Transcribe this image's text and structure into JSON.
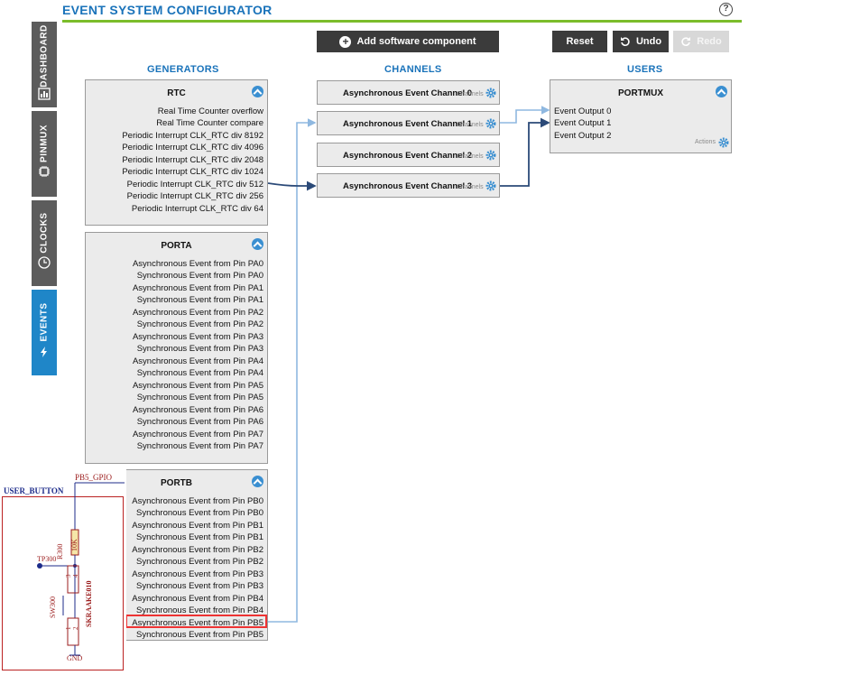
{
  "app": {
    "title": "EVENT SYSTEM CONFIGURATOR",
    "help_label": "?"
  },
  "nav": {
    "tabs": [
      {
        "label": "DASHBOARD",
        "icon": "dashboard-icon"
      },
      {
        "label": "PINMUX",
        "icon": "chip-icon"
      },
      {
        "label": "CLOCKS",
        "icon": "clock-icon"
      },
      {
        "label": "EVENTS",
        "icon": "lightning-icon",
        "active": true
      }
    ]
  },
  "toolbar": {
    "add_component": "Add software component",
    "reset": "Reset",
    "undo": "Undo",
    "redo": "Redo"
  },
  "columns": {
    "generators": "GENERATORS",
    "channels": "CHANNELS",
    "users": "USERS"
  },
  "generators": {
    "rtc": {
      "title": "RTC",
      "items": [
        "Real Time Counter overflow",
        "Real Time Counter compare",
        "Periodic Interrupt CLK_RTC div 8192",
        "Periodic Interrupt CLK_RTC div 4096",
        "Periodic Interrupt CLK_RTC div 2048",
        "Periodic Interrupt CLK_RTC div 1024",
        "Periodic Interrupt CLK_RTC div 512",
        "Periodic Interrupt CLK_RTC div 256",
        "Periodic Interrupt CLK_RTC div 64"
      ]
    },
    "porta": {
      "title": "PORTA",
      "items": [
        "Asynchronous Event from Pin PA0",
        "Synchronous Event from Pin PA0",
        "Asynchronous Event from Pin PA1",
        "Synchronous Event from Pin PA1",
        "Asynchronous Event from Pin PA2",
        "Synchronous Event from Pin PA2",
        "Asynchronous Event from Pin PA3",
        "Synchronous Event from Pin PA3",
        "Asynchronous Event from Pin PA4",
        "Synchronous Event from Pin PA4",
        "Asynchronous Event from Pin PA5",
        "Synchronous Event from Pin PA5",
        "Asynchronous Event from Pin PA6",
        "Synchronous Event from Pin PA6",
        "Asynchronous Event from Pin PA7",
        "Synchronous Event from Pin PA7"
      ]
    },
    "portb": {
      "title": "PORTB",
      "items": [
        "Asynchronous Event from Pin PB0",
        "Synchronous Event from Pin PB0",
        "Asynchronous Event from Pin PB1",
        "Synchronous Event from Pin PB1",
        "Asynchronous Event from Pin PB2",
        "Synchronous Event from Pin PB2",
        "Asynchronous Event from Pin PB3",
        "Synchronous Event from Pin PB3",
        "Asynchronous Event from Pin PB4",
        "Synchronous Event from Pin PB4",
        "Asynchronous Event from Pin PB5",
        "Synchronous Event from Pin PB5"
      ]
    }
  },
  "channels": {
    "sub_label": "Channels",
    "items": [
      "Asynchronous Event Channel 0",
      "Asynchronous Event Channel 1",
      "Asynchronous Event Channel 2",
      "Asynchronous Event Channel 3"
    ]
  },
  "users": {
    "portmux": {
      "title": "PORTMUX",
      "items": [
        "Event Output 0",
        "Event Output 1",
        "Event Output 2"
      ],
      "actions_label": "Actions"
    }
  },
  "schematic": {
    "net_label": "PB5_GPIO",
    "block_label": "USER_BUTTON",
    "resistor_ref": "R300",
    "resistor_value": "10K",
    "testpoint": "TP300",
    "switch_ref": "SW300",
    "switch_part": "SKRAAKE010",
    "ground": "GND",
    "pins": [
      "3",
      "4",
      "1",
      "2"
    ]
  },
  "colors": {
    "accent": "#1a73ba",
    "rule": "#7bbd2b",
    "active_tab": "#1f86c8",
    "connection_light": "#8fb8e0",
    "connection_dark": "#2b4a78",
    "highlight": "#ee3333"
  }
}
